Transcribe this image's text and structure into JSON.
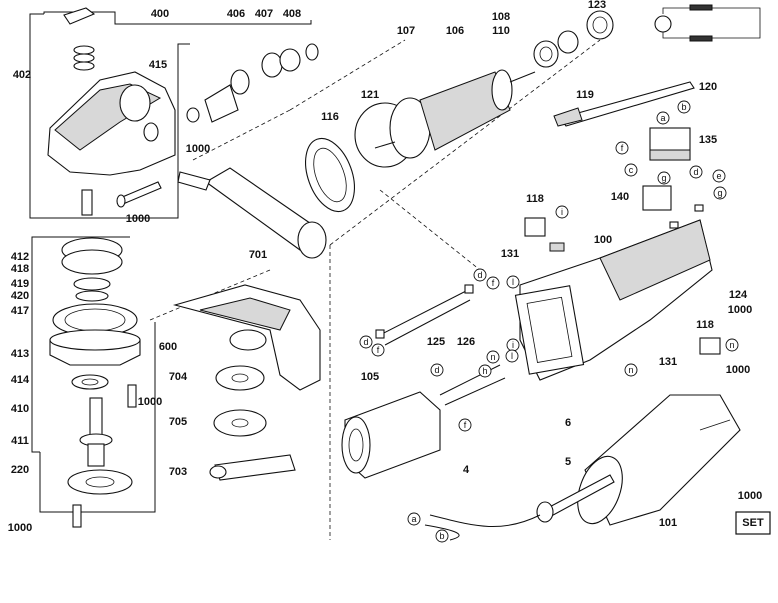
{
  "diagram": {
    "part_labels": [
      "400",
      "402",
      "406",
      "407",
      "408",
      "415",
      "1000",
      "1000",
      "412",
      "418",
      "419",
      "420",
      "417",
      "413",
      "414",
      "410",
      "411",
      "220",
      "1000",
      "107",
      "106",
      "108",
      "110",
      "123",
      "121",
      "116",
      "119",
      "120",
      "135",
      "701",
      "118",
      "131",
      "100",
      "140",
      "124",
      "1000",
      "600",
      "704",
      "705",
      "703",
      "1000",
      "125",
      "126",
      "105",
      "118",
      "131",
      "1000",
      "6",
      "5",
      "4",
      "101",
      "1000"
    ],
    "connector_letters": [
      "a",
      "b",
      "c",
      "d",
      "e",
      "f",
      "g",
      "h",
      "i",
      "l",
      "n"
    ],
    "set_badge": "SET"
  }
}
